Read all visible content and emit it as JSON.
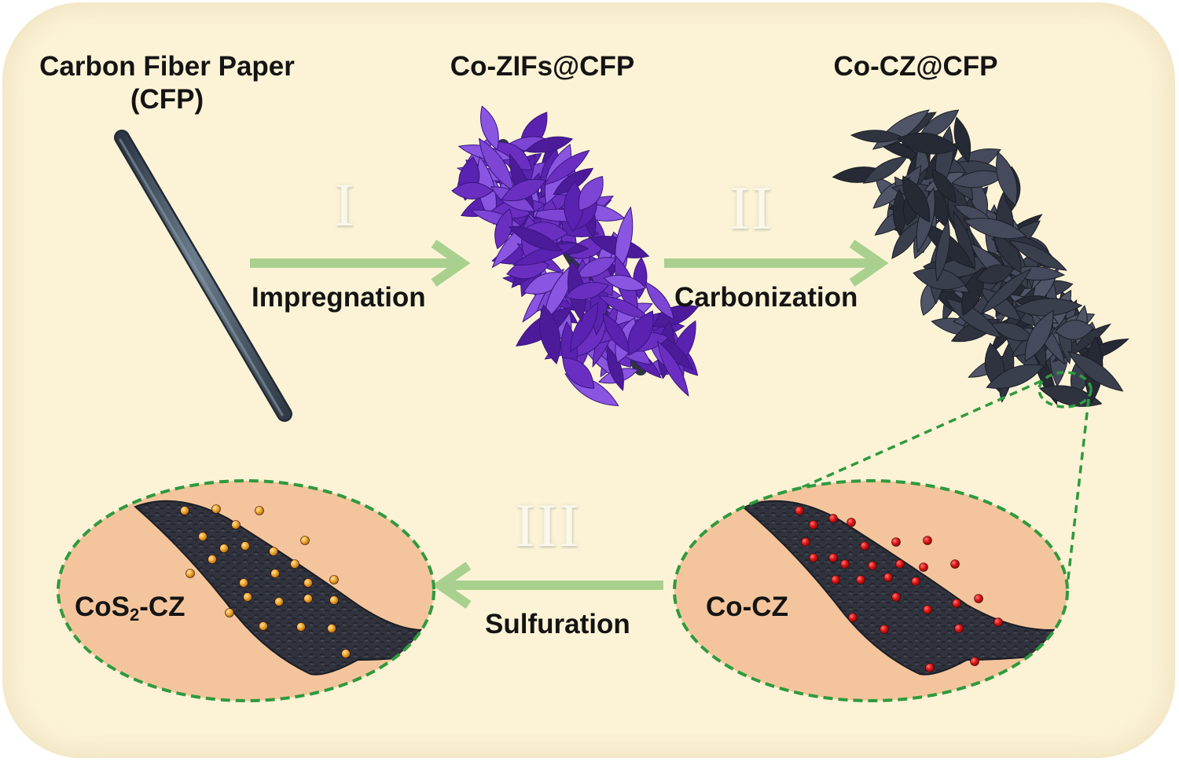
{
  "stages": {
    "cfp_title_line1": "Carbon Fiber Paper",
    "cfp_title_line2": "(CFP)",
    "cozif_title": "Co-ZIFs@CFP",
    "cocz_title": "Co-CZ@CFP"
  },
  "steps": [
    {
      "numeral": "I",
      "label": "Impregnation"
    },
    {
      "numeral": "II",
      "label": "Carbonization"
    },
    {
      "numeral": "III",
      "label": "Sulfuration"
    }
  ],
  "zoom_labels": {
    "cos2_prefix": "CoS",
    "cos2_sub": "2",
    "cos2_suffix": "-CZ",
    "cocz": "Co-CZ"
  },
  "colors": {
    "background": "#fcf3d6",
    "arrow": "#a9d08e",
    "zif_leaf": "#6a2fc0",
    "carbon_leaf": "#3a3f4e",
    "ellipse_fill": "#f4c59c",
    "dash": "#2e9a3e",
    "cobalt_dot": "#e01616",
    "cos2_dot": "#f0a830"
  }
}
